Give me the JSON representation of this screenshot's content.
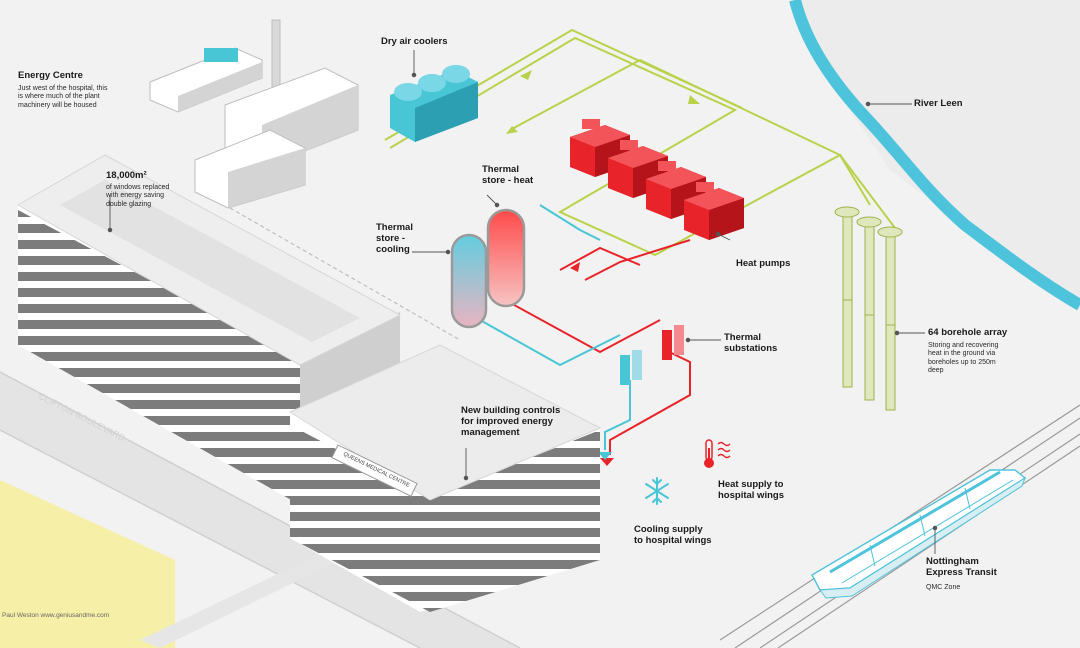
{
  "labels": {
    "energy_centre_title": "Energy Centre",
    "energy_centre_desc": "Just west of the hospital, this is where much of the plant machinery will be housed",
    "windows_title": "18,000m²",
    "windows_desc": "of windows replaced with energy saving double glazing",
    "dry_air_coolers": "Dry air coolers",
    "thermal_store_heat": "Thermal store - heat",
    "thermal_store_cooling": "Thermal store - cooling",
    "heat_pumps": "Heat pumps",
    "river_leen": "River Leen",
    "borehole_title": "64 borehole array",
    "borehole_desc": "Storing and recovering heat in the ground via boreholes up to 250m deep",
    "thermal_substations": "Thermal substations",
    "building_controls": "New building controls for improved energy management",
    "heat_supply": "Heat supply to hospital wings",
    "cooling_supply": "Cooling supply to hospital wings",
    "tram_title": "Nottingham Express Transit",
    "tram_desc": "QMC Zone",
    "credit": "Paul Weston   www.geniusandme.com",
    "road_name": "CLIFTON BOULEVARD",
    "building_sign": "QUEENS MEDICAL CENTRE"
  },
  "colors": {
    "heat": "#e8242a",
    "cooling": "#48c6d6",
    "ground_loop": "#b8d24a",
    "river": "#4ec3dc",
    "sand": "#f6efa8",
    "building_face": "#ffffff",
    "building_shade": "#d4d4d4",
    "window_band": "#7c7c7c"
  },
  "icons": {
    "cooling": "snowflake-icon",
    "heat": "thermometer-heat-icon"
  }
}
